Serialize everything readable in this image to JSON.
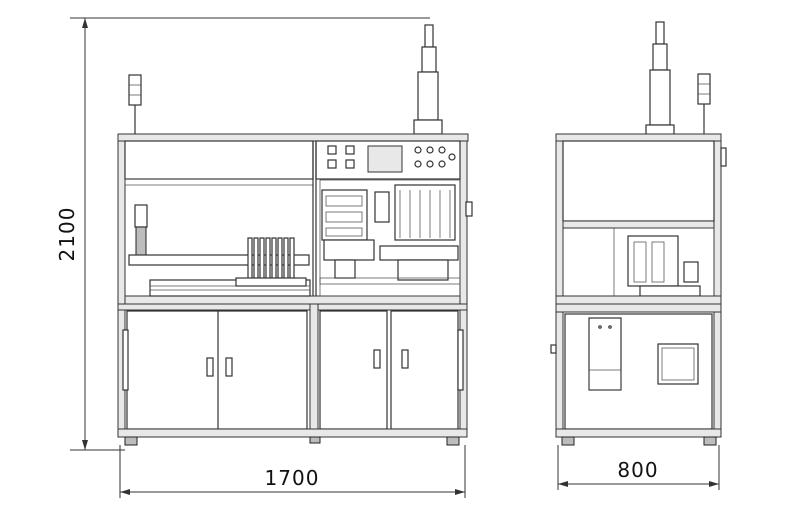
{
  "dimensions": {
    "height": "2100",
    "front_width": "1700",
    "side_width": "800"
  }
}
